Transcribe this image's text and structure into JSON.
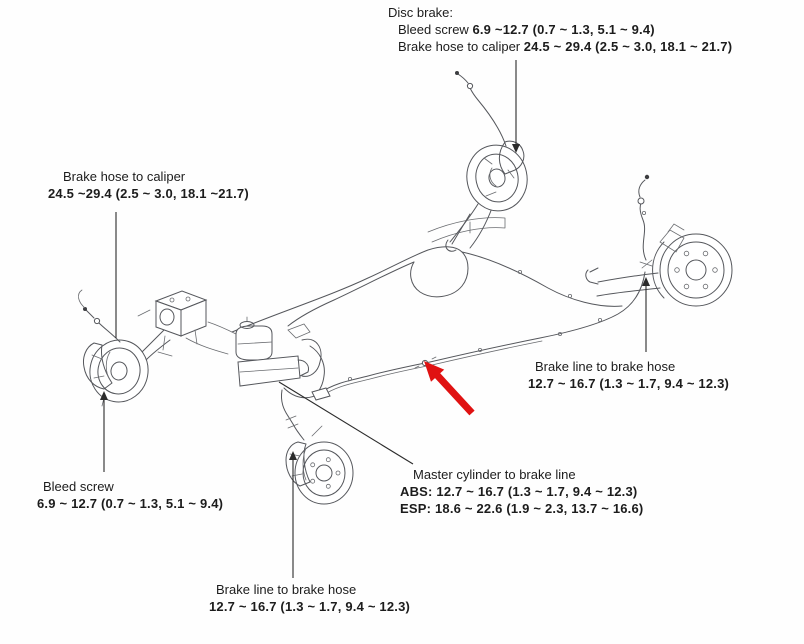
{
  "figure": {
    "title": "Brake system tightening torque diagram",
    "background_color": "#fefefe",
    "line_art_color": "#55575c",
    "leader_color": "#2b2b2b",
    "red_arrow_color": "#e01212"
  },
  "labels": {
    "disc_brake": {
      "title": "Disc brake:",
      "bleed_prefix": "Bleed screw",
      "bleed_value": "6.9 ~12.7 (0.7 ~ 1.3, 5.1 ~ 9.4)",
      "hose_prefix": "Brake hose to caliper",
      "hose_value": "24.5 ~ 29.4 (2.5 ~ 3.0, 18.1 ~ 21.7)"
    },
    "front_hose": {
      "title": "Brake hose to caliper",
      "value": "24.5 ~29.4 (2.5 ~ 3.0, 18.1 ~21.7)"
    },
    "bleed_screw": {
      "title": "Bleed screw",
      "value": "6.9 ~ 12.7 (0.7 ~ 1.3, 5.1 ~ 9.4)"
    },
    "rear_right_line": {
      "title": "Brake line to brake hose",
      "value": "12.7 ~ 16.7 (1.3 ~ 1.7, 9.4 ~ 12.3)"
    },
    "master_cylinder": {
      "title": "Master cylinder to brake line",
      "abs_value": "ABS: 12.7 ~ 16.7 (1.3 ~ 1.7, 9.4 ~ 12.3)",
      "esp_value": "ESP: 18.6 ~ 22.6 (1.9 ~ 2.3, 13.7 ~ 16.6)"
    },
    "rear_left_line": {
      "title": "Brake line to brake hose",
      "value": "12.7 ~ 16.7 (1.3 ~ 1.7, 9.4 ~ 12.3)"
    }
  }
}
